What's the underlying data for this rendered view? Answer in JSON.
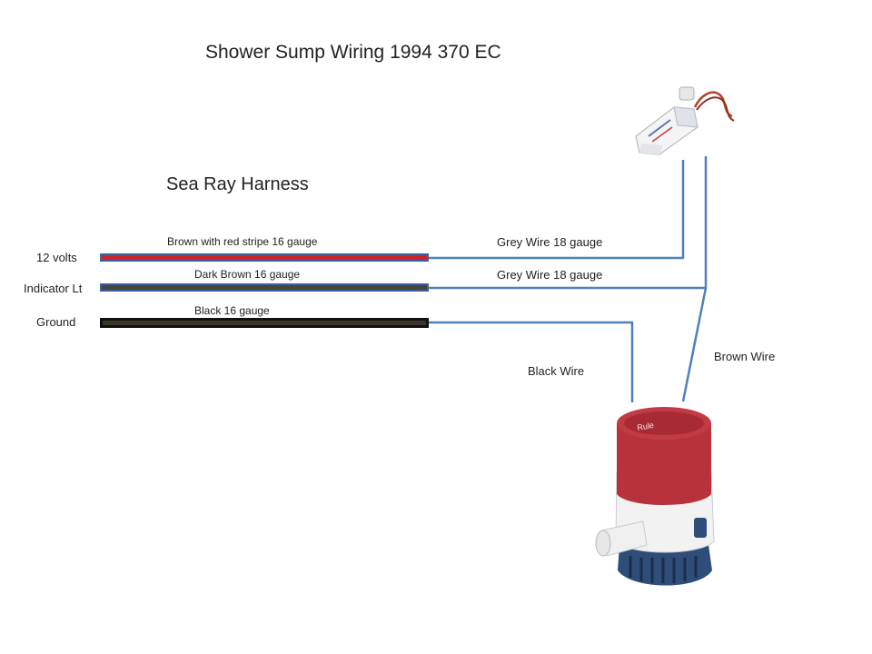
{
  "title": "Shower Sump Wiring  1994 370 EC",
  "harness_title": "Sea Ray Harness",
  "terminals": {
    "power": "12 volts",
    "indicator": "Indicator Lt",
    "ground": "Ground"
  },
  "harness_wires": {
    "power": "Brown with red stripe  16 gauge",
    "indicator": "Dark Brown  16 gauge",
    "ground": "Black  16 gauge"
  },
  "connection_wires": {
    "grey_1": "Grey Wire 18 gauge",
    "grey_2": "Grey Wire 18 gauge",
    "black": "Black Wire",
    "brown": "Brown Wire"
  },
  "pump_label": "Rule",
  "colors": {
    "harness_power": "#c8262b",
    "harness_indicator": "#4a4636",
    "harness_ground": "#2a2620",
    "harness_outline": "#3c5fa0",
    "connector_line": "#4f81bd",
    "pump_red": "#b8323c",
    "pump_white": "#f2f2f2",
    "pump_blue": "#2e4d78"
  }
}
